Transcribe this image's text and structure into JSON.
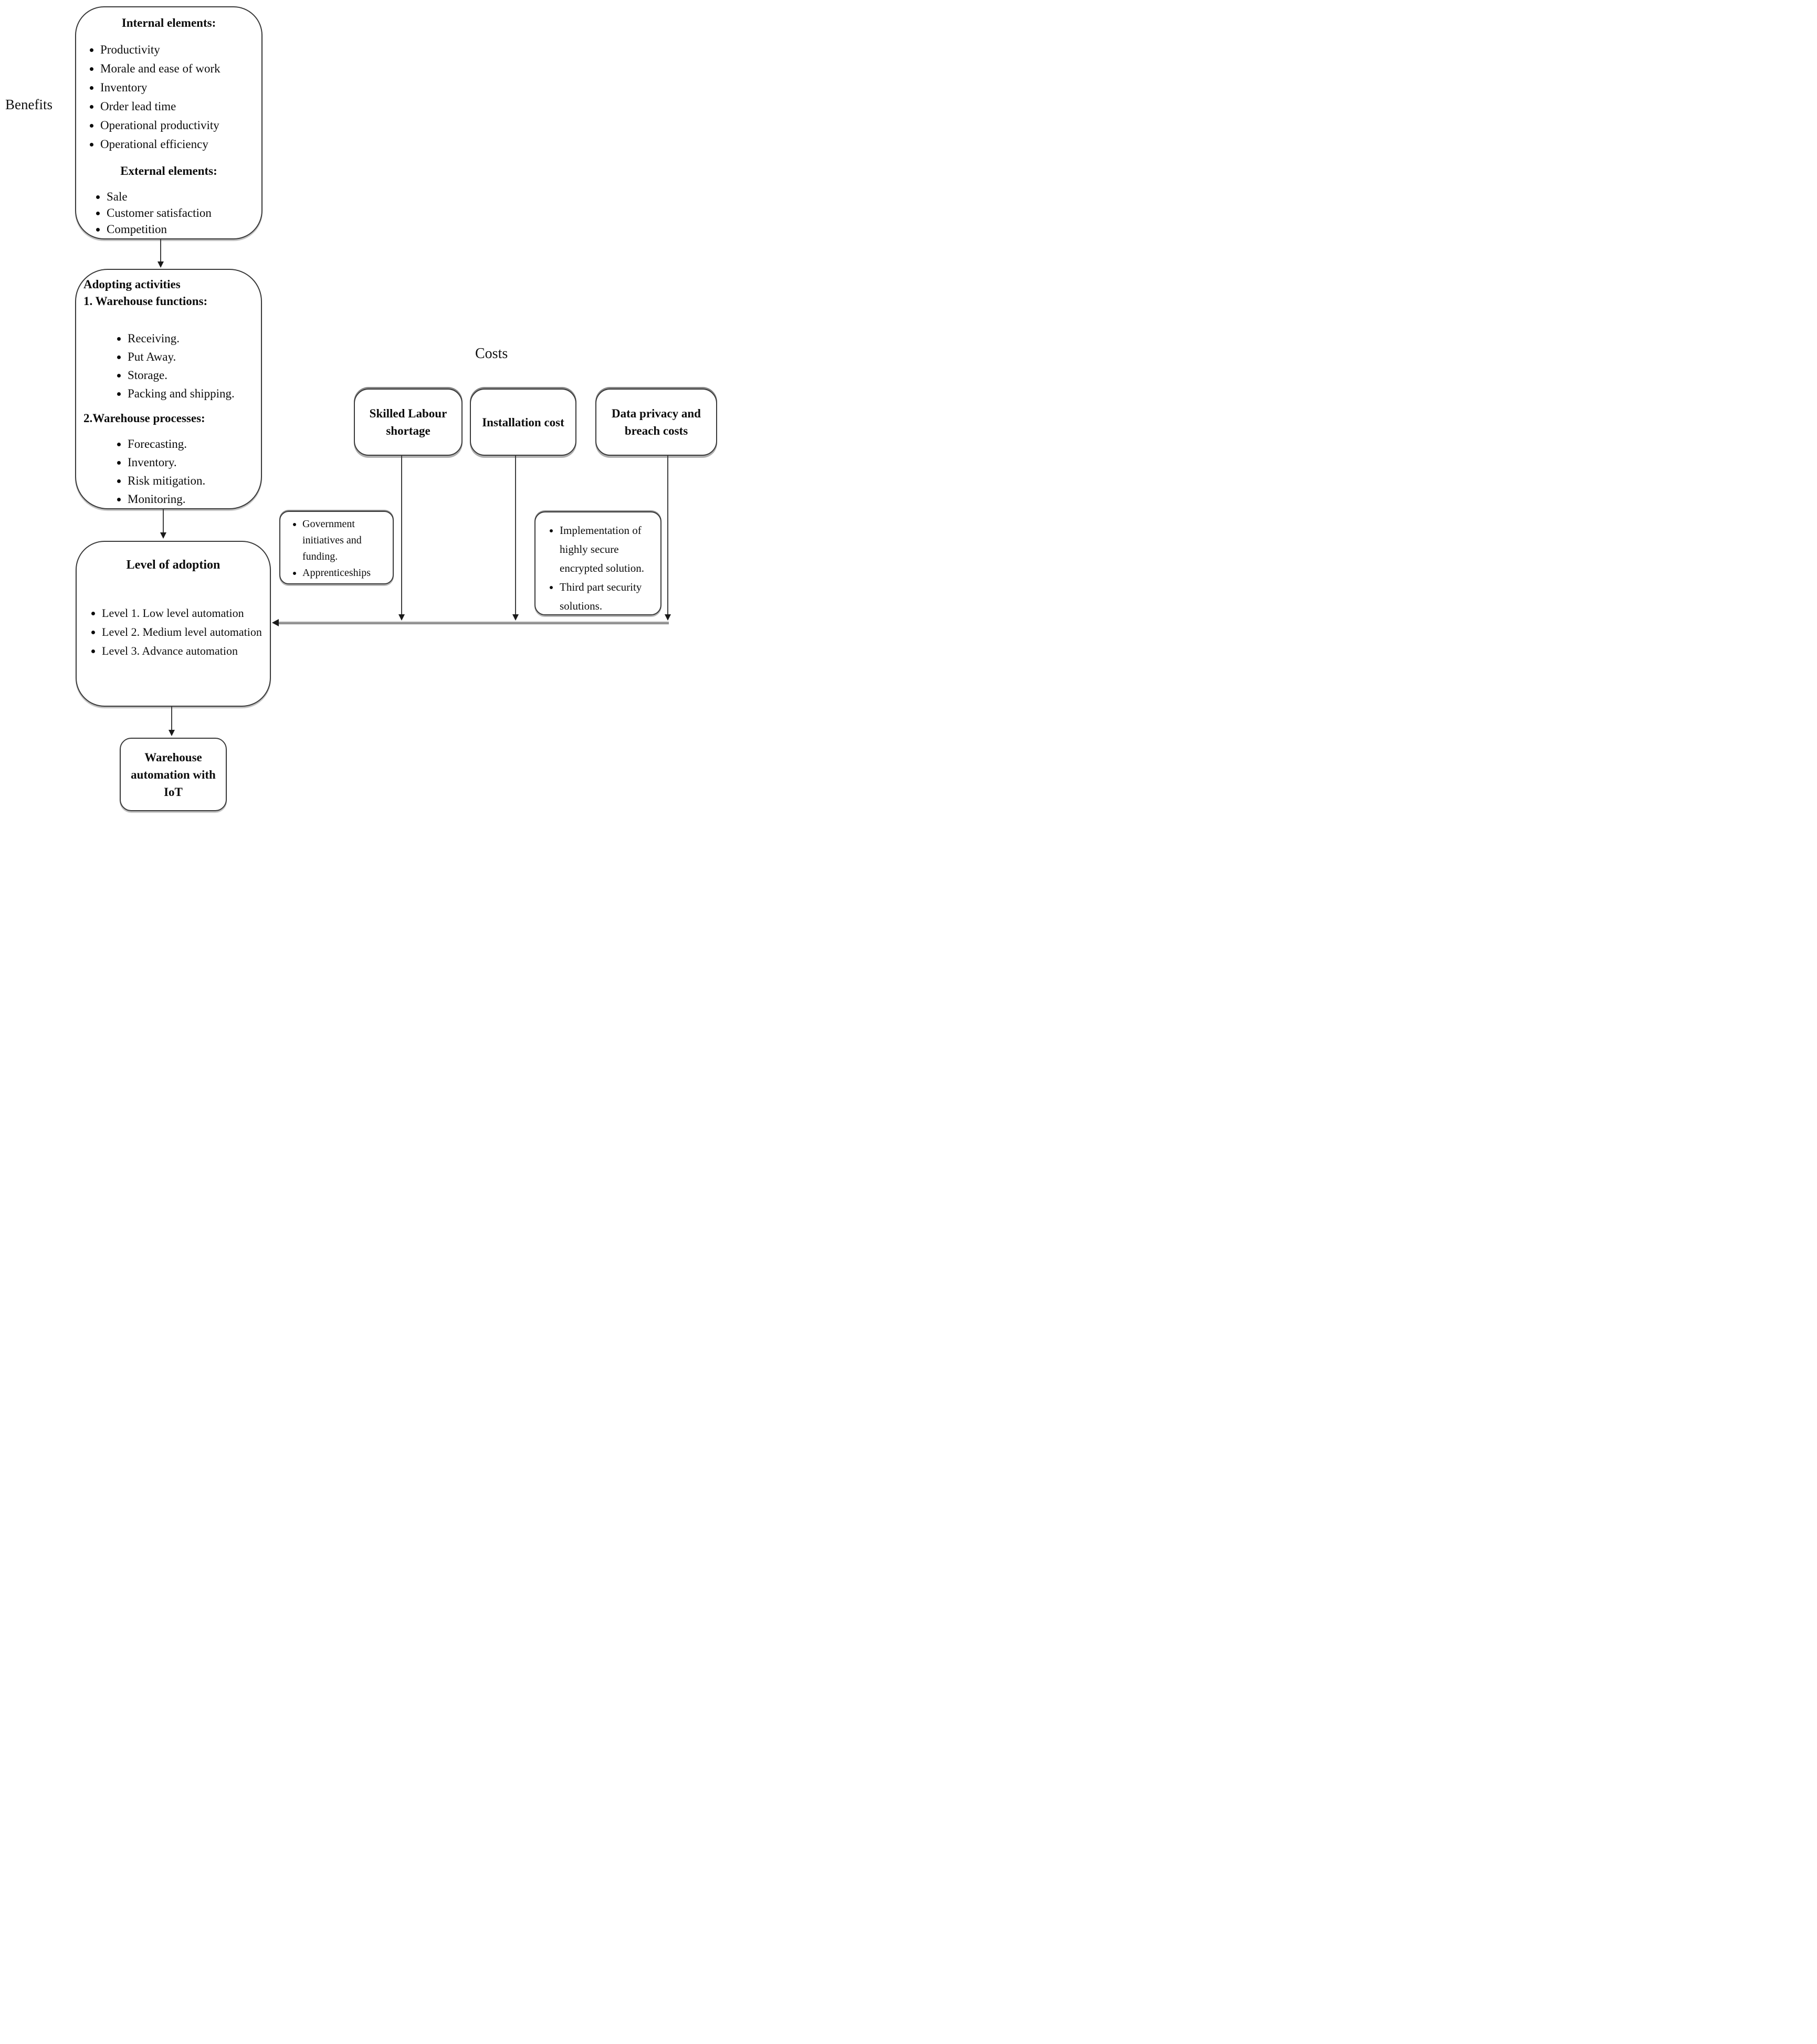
{
  "labels": {
    "benefits": "Benefits",
    "costs": "Costs"
  },
  "elements_box": {
    "internal_heading": "Internal elements:",
    "internal_items": [
      "Productivity",
      "Morale and ease of work",
      "Inventory",
      "Order lead time",
      "Operational productivity",
      "Operational efficiency"
    ],
    "external_heading": "External elements:",
    "external_items": [
      "Sale",
      "Customer satisfaction",
      "Competition"
    ]
  },
  "adopting_box": {
    "heading": "Adopting activities",
    "functions_heading": "1. Warehouse functions:",
    "functions_items": [
      "Receiving.",
      "Put Away.",
      "Storage.",
      "Packing and shipping."
    ],
    "processes_heading": "2.Warehouse processes:",
    "processes_items": [
      "Forecasting.",
      "Inventory.",
      "Risk mitigation.",
      "Monitoring."
    ]
  },
  "level_box": {
    "heading": "Level of adoption",
    "items": [
      "Level 1. Low level automation",
      "Level 2. Medium level automation",
      "Level 3. Advance automation"
    ]
  },
  "warehouse_iot_box": {
    "label": "Warehouse automation with IoT"
  },
  "cost_boxes": [
    {
      "label": "Skilled Labour shortage"
    },
    {
      "label": "Installation cost"
    },
    {
      "label": "Data privacy and breach costs"
    }
  ],
  "note_boxes": {
    "government": [
      "Government initiatives and funding.",
      "Apprenticeships"
    ],
    "security": [
      "Implementation of highly secure encrypted solution.",
      "Third part security solutions."
    ]
  }
}
